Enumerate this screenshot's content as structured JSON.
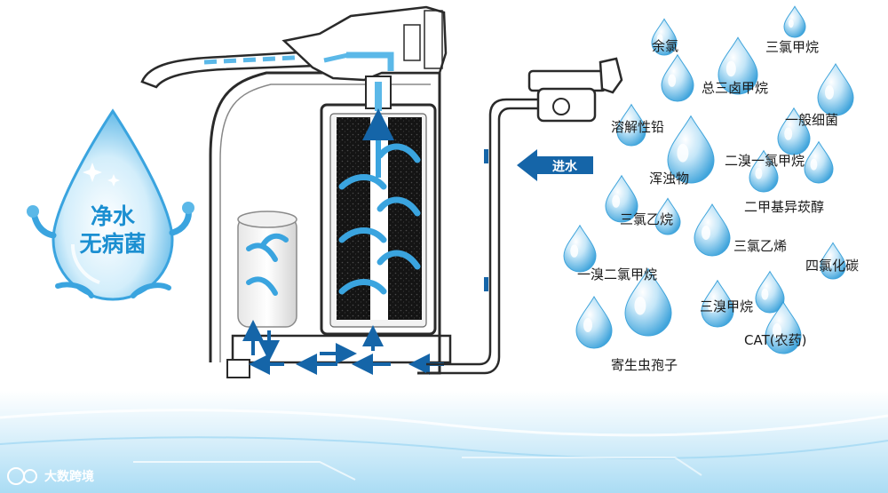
{
  "slogan": {
    "line1": "净水",
    "line2": "无病菌"
  },
  "inlet_label": "进水",
  "contaminants": [
    "余氯",
    "三氯甲烷",
    "总三卤甲烷",
    "溶解性铅",
    "一般细菌",
    "二溴一氯甲烷",
    "浑浊物",
    "二甲基异莰醇",
    "三氯乙烷",
    "三氯乙烯",
    "四氯化碳",
    "一溴二氯甲烷",
    "三溴甲烷",
    "CAT(农药)",
    "寄生虫孢子"
  ],
  "watermark": "大数跨境",
  "colors": {
    "accent": "#1b8fd1",
    "water": "#5bb8e8",
    "pipe": "#2a2a2a",
    "flow_arrow": "#1565a8"
  }
}
